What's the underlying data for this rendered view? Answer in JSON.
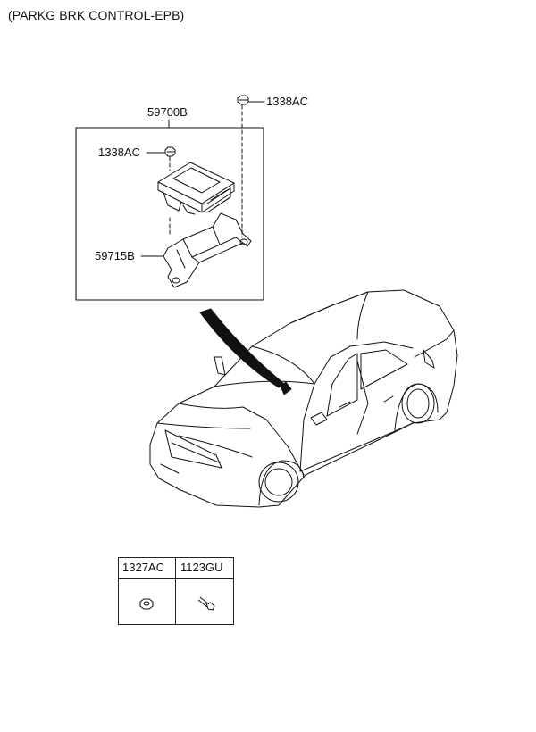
{
  "header": {
    "title": "(PARKG BRK CONTROL-EPB)"
  },
  "callouts": {
    "module_assembly": "59700B",
    "nut_top_right": "1338AC",
    "nut_left": "1338AC",
    "bracket": "59715B"
  },
  "parts_table": {
    "columns": [
      "1327AC",
      "1123GU"
    ]
  }
}
